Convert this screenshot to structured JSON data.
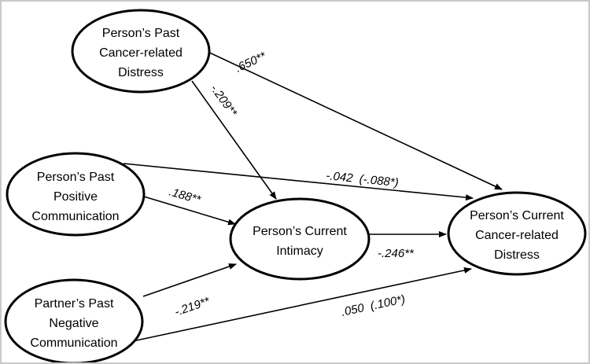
{
  "diagram": {
    "nodes": {
      "past_distress": {
        "lines": [
          "Person’s Past",
          "Cancer-related",
          "Distress"
        ]
      },
      "past_positive": {
        "lines": [
          "Person’s Past",
          "Positive",
          "Communication"
        ]
      },
      "partner_negative": {
        "lines": [
          "Partner’s Past",
          "Negative",
          "Communication"
        ]
      },
      "current_intimacy": {
        "lines": [
          "Person’s Current",
          "Intimacy"
        ]
      },
      "current_distress": {
        "lines": [
          "Person’s Current",
          "Cancer-related",
          "Distress"
        ]
      }
    },
    "paths": {
      "distress_to_distress": ".650**",
      "distress_to_intimacy": "-.209**",
      "positive_to_distress": "-.042  (-.088*)",
      "positive_to_intimacy": ".188**",
      "intimacy_to_distress": "-.246**",
      "negative_to_intimacy": "-.219**",
      "negative_to_distress": ".050  (.100*)"
    },
    "colors": {
      "stroke": "#000000",
      "border": "#c9c9c9",
      "background": "#ffffff"
    }
  }
}
